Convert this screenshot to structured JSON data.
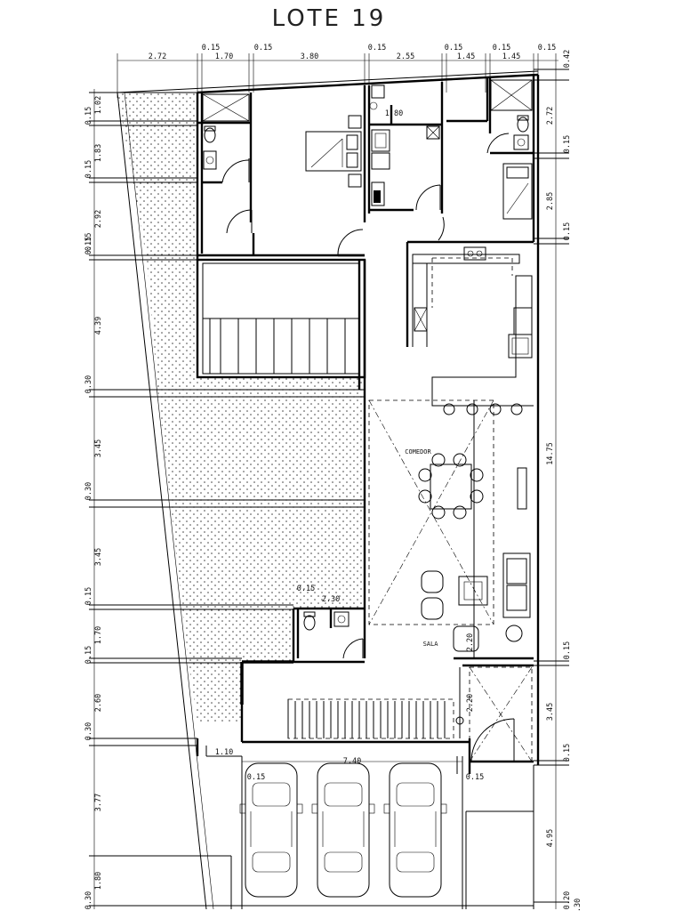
{
  "title": "LOTE 19",
  "top_dims": [
    "2.72",
    "0.15",
    "1.70",
    "0.15",
    "3.80",
    "0.15",
    "2.55",
    "0.15",
    "1.45",
    "0.15",
    "1.45",
    "0.15"
  ],
  "left_dims": [
    "0.15",
    "1.02",
    "0.15",
    "1.83",
    "0.15",
    "2.92",
    "0.15",
    "4.39",
    "0.30",
    "3.45",
    "0.30",
    "3.45",
    "0.15",
    "1.70",
    "0.15",
    "2.60",
    "0.30",
    "3.77",
    "0.30",
    "1.80"
  ],
  "right_dims": [
    "0.42",
    "2.72",
    "0.15",
    "2.85",
    "0.15",
    "14.75",
    "0.15",
    "3.45",
    "0.15",
    "4.95",
    "0.20",
    "0.30"
  ],
  "inner_dims": [
    "1.80",
    "0.15",
    "2.30",
    "2.20",
    "1.10",
    "7.40",
    "0.15",
    "0.15",
    "2.20"
  ],
  "room_labels": {
    "comedor": "COMEDOR",
    "sala": "SALA"
  }
}
